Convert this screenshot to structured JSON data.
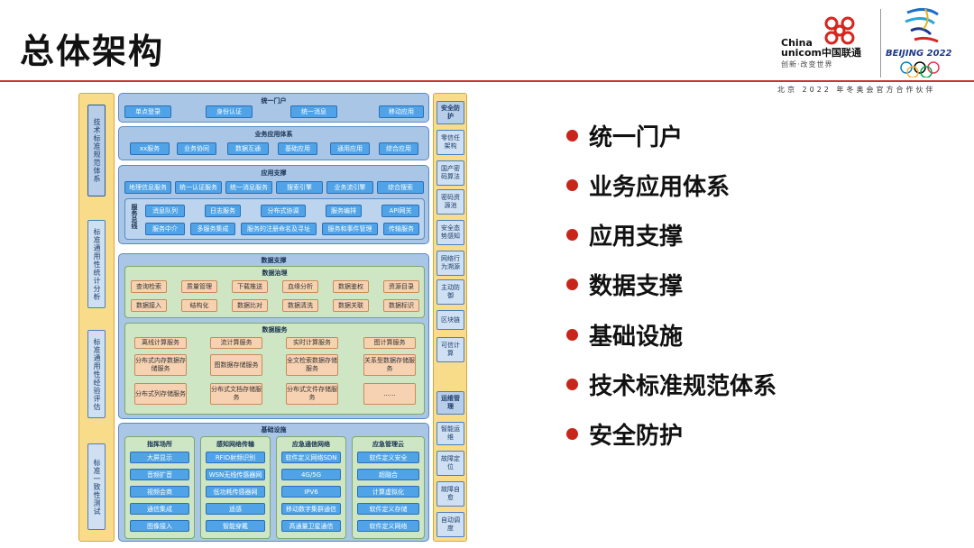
{
  "title": "总体架构",
  "brand": {
    "china_unicom_en_1": "China",
    "china_unicom_en_2": "unicom中国联通",
    "slogan": "创新·改变世界",
    "beijing": "BEIJING 2022",
    "partner": "北京 2022 年冬奥会官方合作伙伴"
  },
  "left_bar": [
    "技术标准规范体系",
    "标准通用性统计分析",
    "标准通用性经验评估",
    "标准一致性测试"
  ],
  "right_bar": [
    "安全防护",
    "零信任架构",
    "国产密码算法",
    "密码资源池",
    "安全态势感知",
    "网络行为溯源",
    "主动防御",
    "区块链",
    "可信计算",
    "运维管理",
    "智能运维",
    "故障定位",
    "故障自愈",
    "自动调度"
  ],
  "portal": {
    "title": "统一门户",
    "items": [
      "单点登录",
      "身份认证",
      "统一消息",
      "移动应用"
    ]
  },
  "business": {
    "title": "业务应用体系",
    "items": [
      "xx服务",
      "业务协同",
      "数据互通",
      "基础应用",
      "通用应用",
      "综合应用"
    ]
  },
  "app_support": {
    "title": "应用支撑",
    "row1": [
      "地理信息服务",
      "统一认证服务",
      "统一消息服务",
      "搜索引擎",
      "业务流引擎",
      "综合搜索"
    ],
    "bus_label": "服务总线",
    "row2": [
      "消息队列",
      "日志服务",
      "分布式协调",
      "服务编排",
      "API网关"
    ],
    "row3": [
      "服务中介",
      "多服务集成",
      "服务的注册命名及寻址",
      "服务和事件管理",
      "传输服务"
    ]
  },
  "data_support": {
    "title": "数据支撑",
    "governance": {
      "title": "数据治理",
      "row1": [
        "查询检索",
        "质量管理",
        "下载推送",
        "血缘分析",
        "数据鉴权",
        "资源目录"
      ],
      "row2": [
        "数据接入",
        "结构化",
        "数据比对",
        "数据清洗",
        "数据关联",
        "数据标识"
      ]
    },
    "services": {
      "title": "数据服务",
      "row1": [
        "离线计算服务",
        "流计算服务",
        "实时计算服务",
        "图计算服务"
      ],
      "row2": [
        "分布式内存数据存储服务",
        "图数据存储服务",
        "全文检索数据存储服务",
        "关系型数据存储服务"
      ],
      "row3": [
        "分布式列存储服务",
        "分布式文档存储服务",
        "分布式文件存储服务",
        "......"
      ]
    }
  },
  "infra": {
    "title": "基础设施",
    "columns": [
      {
        "title": "指挥场所",
        "items": [
          "大屏显示",
          "音频扩音",
          "视频会商",
          "通信集成",
          "图像接入"
        ]
      },
      {
        "title": "感知网络传输",
        "items": [
          "RFID射频识别",
          "WSN无线传感器网",
          "低功耗传感器网",
          "遥感",
          "智能穿戴"
        ]
      },
      {
        "title": "应急通信网络",
        "items": [
          "软件定义网络SDN",
          "4G/5G",
          "IPV6",
          "移动数字集群通信",
          "高通量卫星通信"
        ]
      },
      {
        "title": "应急管理云",
        "items": [
          "软件定义安全",
          "超融合",
          "计算虚拟化",
          "软件定义存储",
          "软件定义网络"
        ]
      }
    ]
  },
  "bullets": [
    "统一门户",
    "业务应用体系",
    "应用支撑",
    "数据支撑",
    "基础设施",
    "技术标准规范体系",
    "安全防护"
  ],
  "colors": {
    "accent_red": "#c8261a",
    "layer_blue": "#a9c6e6",
    "box_blue": "#4fa3e6",
    "box_orange": "#f7d2b2",
    "bar_yellow": "#f9dc8a",
    "group_green": "#cfe6c4"
  }
}
